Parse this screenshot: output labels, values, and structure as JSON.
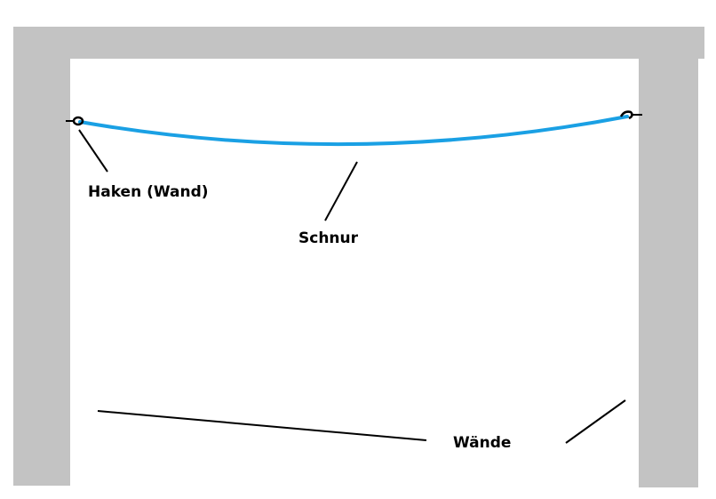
{
  "labels": {
    "hook": "Haken (Wand)",
    "cord": "Schnur",
    "walls": "Wände"
  },
  "colors": {
    "wall": "#c3c3c3",
    "cord": "#1aa0e4",
    "ink": "#000000",
    "background": "#ffffff"
  }
}
